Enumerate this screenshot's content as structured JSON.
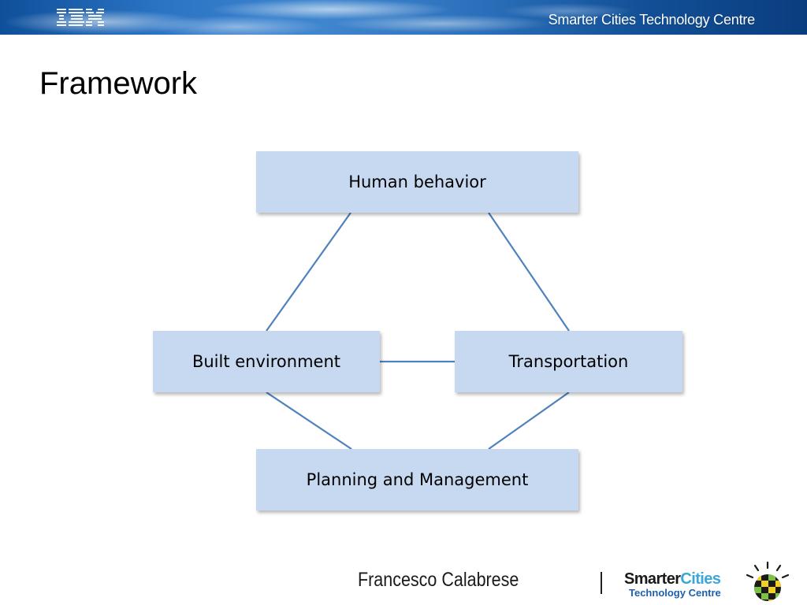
{
  "header": {
    "brand_logo_text": "IBM",
    "title": "Smarter Cities Technology Centre"
  },
  "slide": {
    "title": "Framework"
  },
  "diagram": {
    "nodes": {
      "human_behavior": "Human behavior",
      "built_environment": "Built environment",
      "transportation": "Transportation",
      "planning_management": "Planning and Management"
    },
    "node_fill_color": "#c6d9f1",
    "connector_color": "#4f81bd"
  },
  "footer": {
    "presenter": "Francesco Calabrese",
    "logo": {
      "smarter": "Smarter",
      "cities": "Cities",
      "subtitle": "Technology Centre"
    }
  }
}
